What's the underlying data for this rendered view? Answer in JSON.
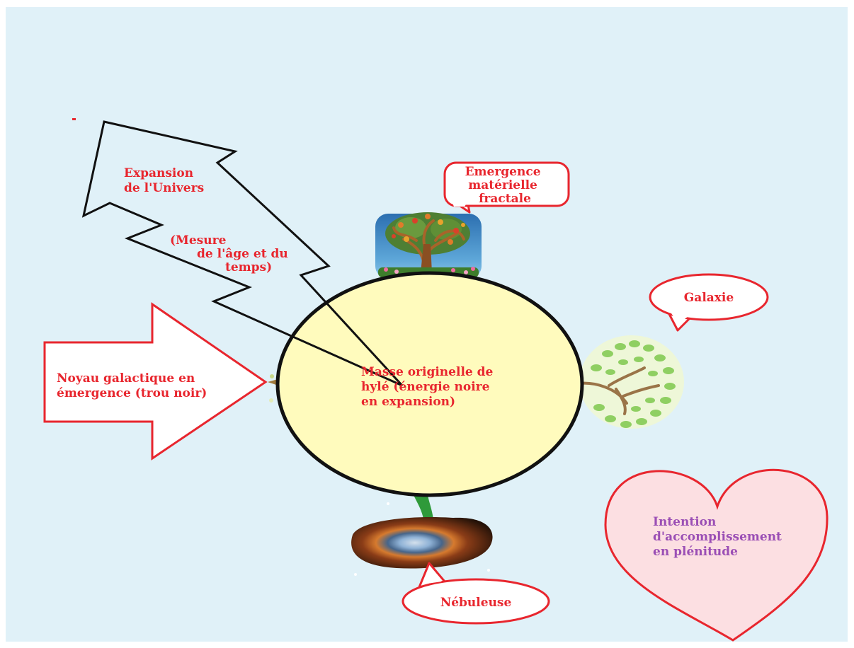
{
  "diagram": {
    "expansion_label": [
      "Expansion",
      "de l'Univers"
    ],
    "mesure_label": [
      "(Mesure",
      "de l'âge et du",
      "temps)"
    ],
    "arrow_label": [
      "Noyau galactique en",
      "émergence (trou noir)"
    ],
    "center_label": [
      "Masse originelle de",
      "hylé (énergie noire",
      "en expansion)"
    ],
    "emergence_bubble": [
      "Emergence",
      "matérielle",
      "fractale"
    ],
    "galaxie_bubble": "Galaxie",
    "nebuleuse_bubble": "Nébuleuse",
    "heart_label": [
      "Intention",
      "d'accomplissement",
      "en plénitude"
    ]
  },
  "colors": {
    "background": "#e0f1f8",
    "label_red": "#e8262e",
    "heart_text": "#9b4fb5",
    "heart_fill": "#fcdfe2",
    "circle_fill": "#fffbbd",
    "outline_black": "#111111"
  },
  "icons": {
    "top_image": "fractal-tree",
    "right_image": "green-tree",
    "bottom_image": "nebula",
    "left_shape": "arrow-right",
    "bolt_shape": "lightning-bolt",
    "heart_shape": "heart"
  }
}
